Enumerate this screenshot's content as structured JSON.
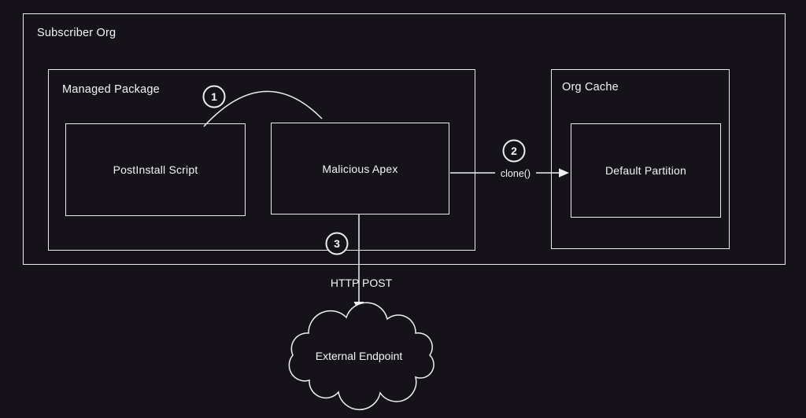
{
  "colors": {
    "background": "#15121A",
    "line": "#F0F0F4",
    "text": "#F5F5F8"
  },
  "nodes": {
    "subscriber_org": {
      "label": "Subscriber Org"
    },
    "managed_package": {
      "label": "Managed Package"
    },
    "org_cache": {
      "label": "Org Cache"
    },
    "postinstall_script": {
      "label": "PostInstall Script"
    },
    "malicious_apex": {
      "label": "Malicious Apex"
    },
    "default_partition": {
      "label": "Default Partition"
    },
    "external_endpoint": {
      "label": "External Endpoint"
    }
  },
  "edges": {
    "step1": {
      "number": "1",
      "from": "PostInstall Script",
      "to": "Malicious Apex"
    },
    "step2": {
      "number": "2",
      "label": "clone()",
      "from": "Malicious Apex",
      "to": "Default Partition"
    },
    "step3": {
      "number": "3",
      "label": "HTTP POST",
      "from": "Malicious Apex",
      "to": "External Endpoint"
    }
  }
}
